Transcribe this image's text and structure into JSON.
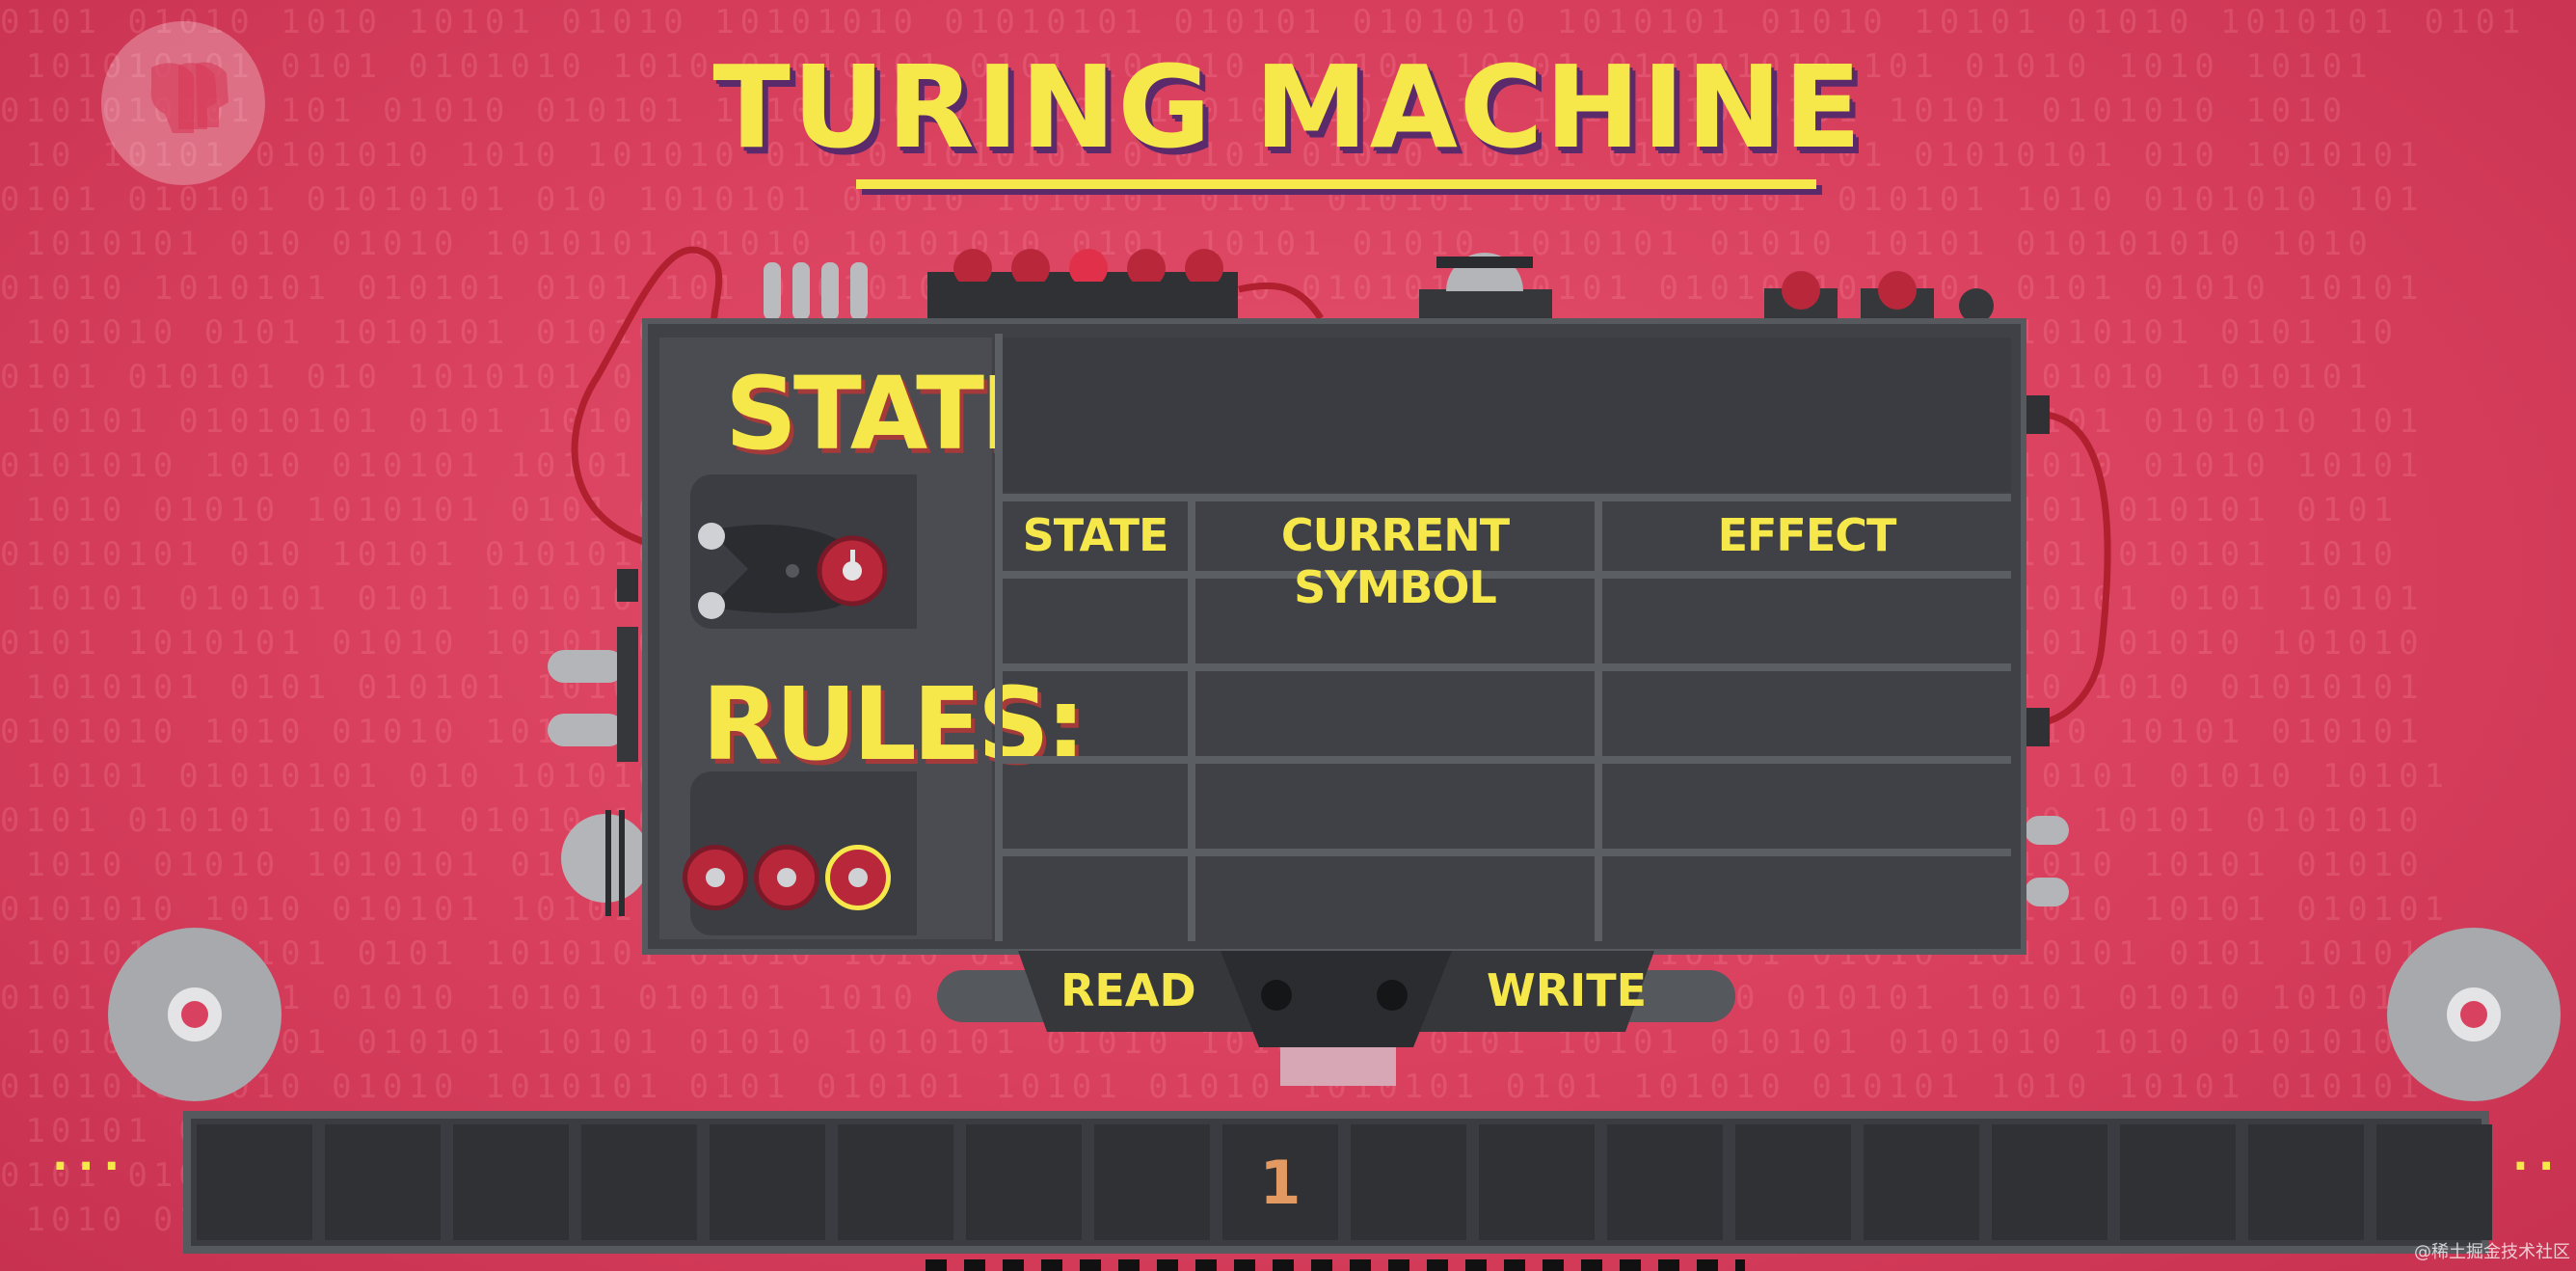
{
  "title": "TURING MACHINE",
  "panel": {
    "state_label": "STATE:",
    "rules_label": "RULES:"
  },
  "rules_table": {
    "headers": [
      "STATE",
      "CURRENT SYMBOL",
      "EFFECT"
    ],
    "rows": [
      [
        "",
        "",
        ""
      ],
      [
        "",
        "",
        ""
      ],
      [
        "",
        "",
        ""
      ],
      [
        "",
        "",
        ""
      ]
    ]
  },
  "head": {
    "read_label": "READ",
    "write_label": "WRITE"
  },
  "tape": {
    "cells": [
      "",
      "",
      "",
      "",
      "",
      "",
      "",
      "",
      "1",
      "",
      "",
      "",
      "",
      "",
      "",
      "",
      "",
      ""
    ],
    "left_ellipsis": "···",
    "right_ellipsis": "··"
  },
  "watermark": "@稀土掘金技术社区",
  "colors": {
    "background": "#d83f5d",
    "accent_yellow": "#f6e84a",
    "machine_gray": "#3f4146",
    "knob_red": "#b8283a"
  },
  "icons": {
    "logo": "pbs-logo-icon",
    "gear": "gear-icon",
    "knob": "dial-knob-icon"
  }
}
